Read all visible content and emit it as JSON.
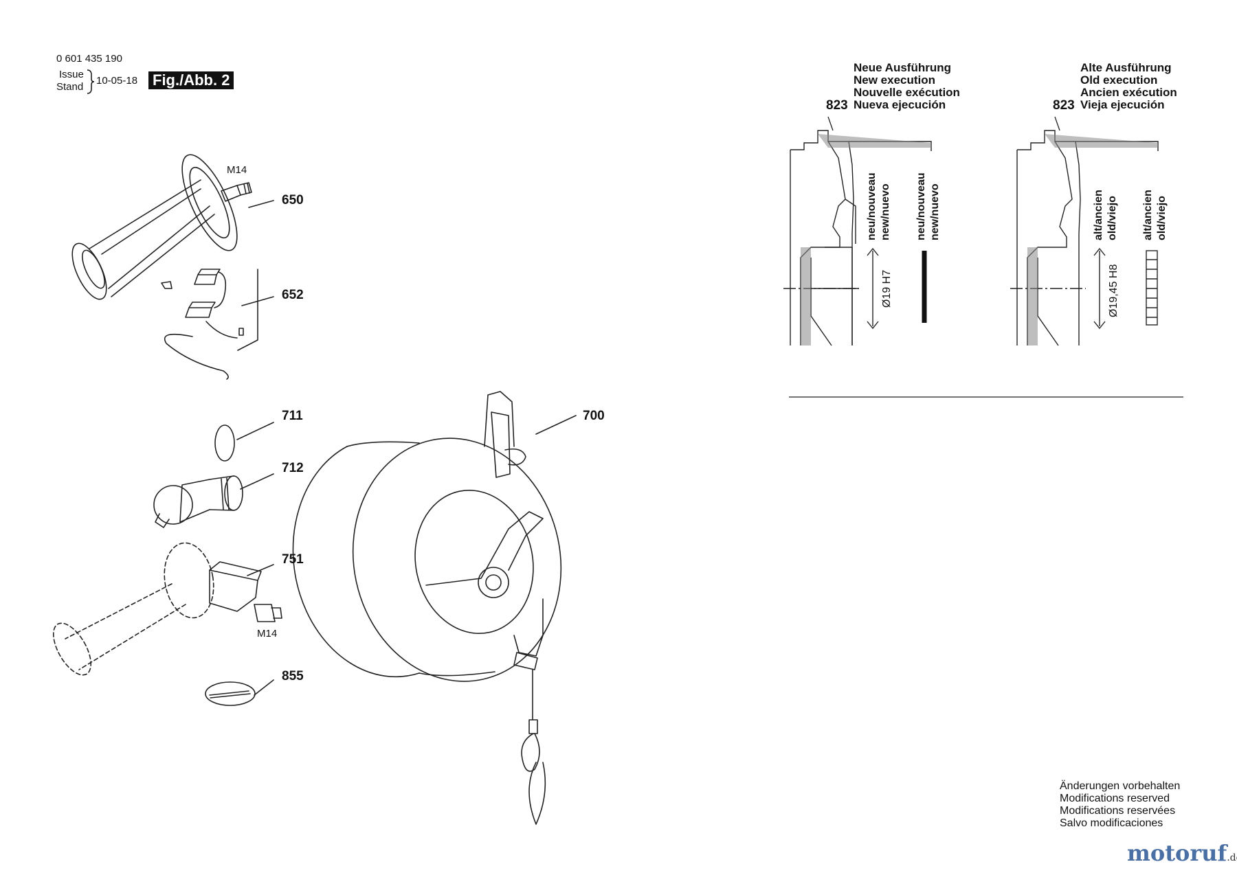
{
  "header": {
    "part_number": "0 601 435 190",
    "issue_label": "Issue",
    "stand_label": "Stand",
    "date": "10-05-18",
    "figure_label": "Fig./Abb. 2"
  },
  "callouts": {
    "p650": "650",
    "p652": "652",
    "p711": "711",
    "p712": "712",
    "p751": "751",
    "p855": "855",
    "p700": "700",
    "p823_new": "823",
    "p823_old": "823"
  },
  "thread": {
    "top": "M14",
    "bottom": "M14"
  },
  "new_execution": {
    "lines": [
      "Neue Ausführung",
      "New execution",
      "Nouvelle exécution",
      "Nueva ejecución"
    ],
    "label_a": [
      "neu/nouveau",
      "new/nuevo"
    ],
    "label_b": [
      "neu/nouveau",
      "new/nuevo"
    ],
    "diameter": "Ø19 H7"
  },
  "old_execution": {
    "lines": [
      "Alte Ausführung",
      "Old execution",
      "Ancien exécution",
      "Vieja ejecución"
    ],
    "label_a": [
      "alt/ancien",
      "old/viejo"
    ],
    "label_b": [
      "alt/ancien",
      "old/viejo"
    ],
    "diameter": "Ø19,45 H8"
  },
  "notice": [
    "Änderungen vorbehalten",
    "Modifications reserved",
    "Modifications reservées",
    "Salvo modificaciones"
  ],
  "watermark": {
    "brand": "motoruf",
    "tld": ".de"
  }
}
